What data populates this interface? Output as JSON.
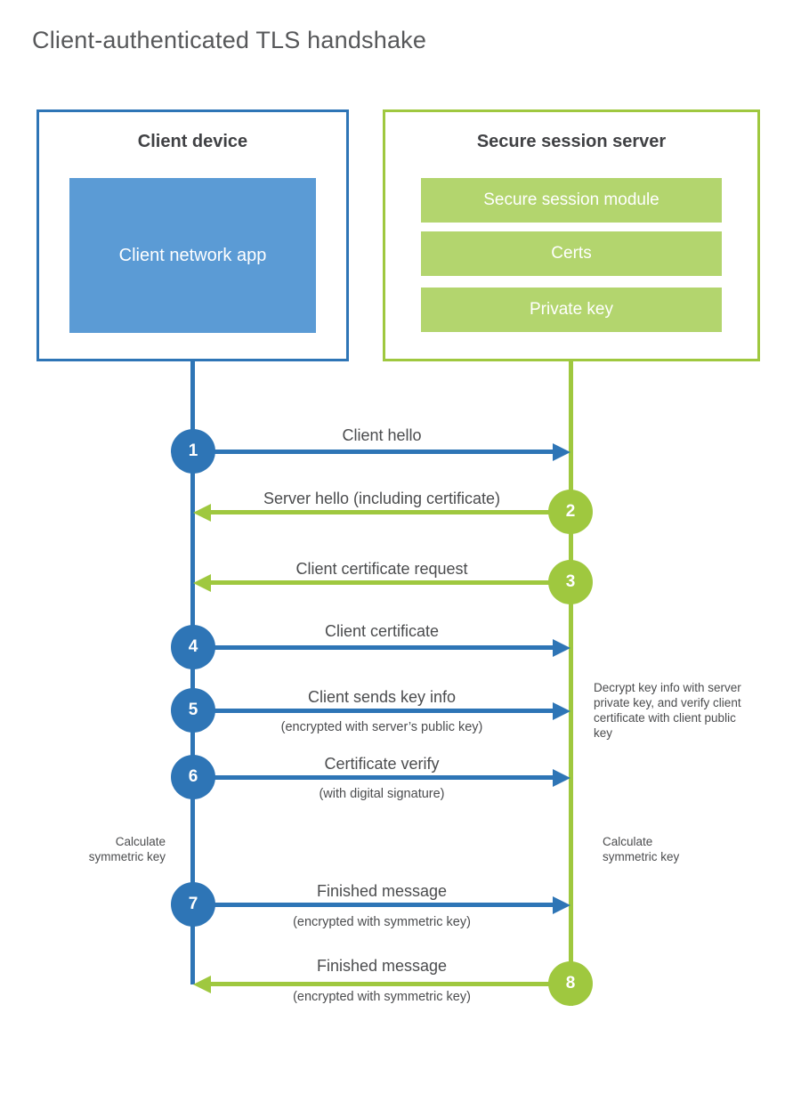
{
  "page": {
    "title": "Client-authenticated TLS handshake"
  },
  "client": {
    "title": "Client device",
    "app_label": "Client network app"
  },
  "server": {
    "title": "Secure session server",
    "modules": [
      "Secure session module",
      "Certs",
      "Private key"
    ]
  },
  "steps": [
    {
      "number": "1",
      "label": "Client hello",
      "sublabel": "",
      "direction": "right",
      "actor": "client"
    },
    {
      "number": "2",
      "label": "Server hello (including certificate)",
      "sublabel": "",
      "direction": "left",
      "actor": "server"
    },
    {
      "number": "3",
      "label": "Client certificate request",
      "sublabel": "",
      "direction": "left",
      "actor": "server"
    },
    {
      "number": "4",
      "label": "Client certificate",
      "sublabel": "",
      "direction": "right",
      "actor": "client"
    },
    {
      "number": "5",
      "label": "Client sends key info",
      "sublabel": "(encrypted with server’s public key)",
      "direction": "right",
      "actor": "client"
    },
    {
      "number": "6",
      "label": "Certificate verify",
      "sublabel": "(with digital signature)",
      "direction": "right",
      "actor": "client"
    },
    {
      "number": "7",
      "label": "Finished message",
      "sublabel": "(encrypted with symmetric key)",
      "direction": "right",
      "actor": "client"
    },
    {
      "number": "8",
      "label": "Finished message",
      "sublabel": "(encrypted with symmetric key)",
      "direction": "left",
      "actor": "server"
    }
  ],
  "notes": {
    "decrypt": "Decrypt key info with server private key, and verify client certificate with client public key",
    "calc_left": "Calculate symmetric key",
    "calc_right": "Calculate symmetric key"
  },
  "colors": {
    "blue": "#2e75b6",
    "blue_fill": "#5b9bd5",
    "green": "#9fc83f",
    "green_fill": "#b3d56e",
    "title_gray": "#57585a",
    "text_dark": "#404144",
    "label_gray": "#4b4c4e"
  }
}
